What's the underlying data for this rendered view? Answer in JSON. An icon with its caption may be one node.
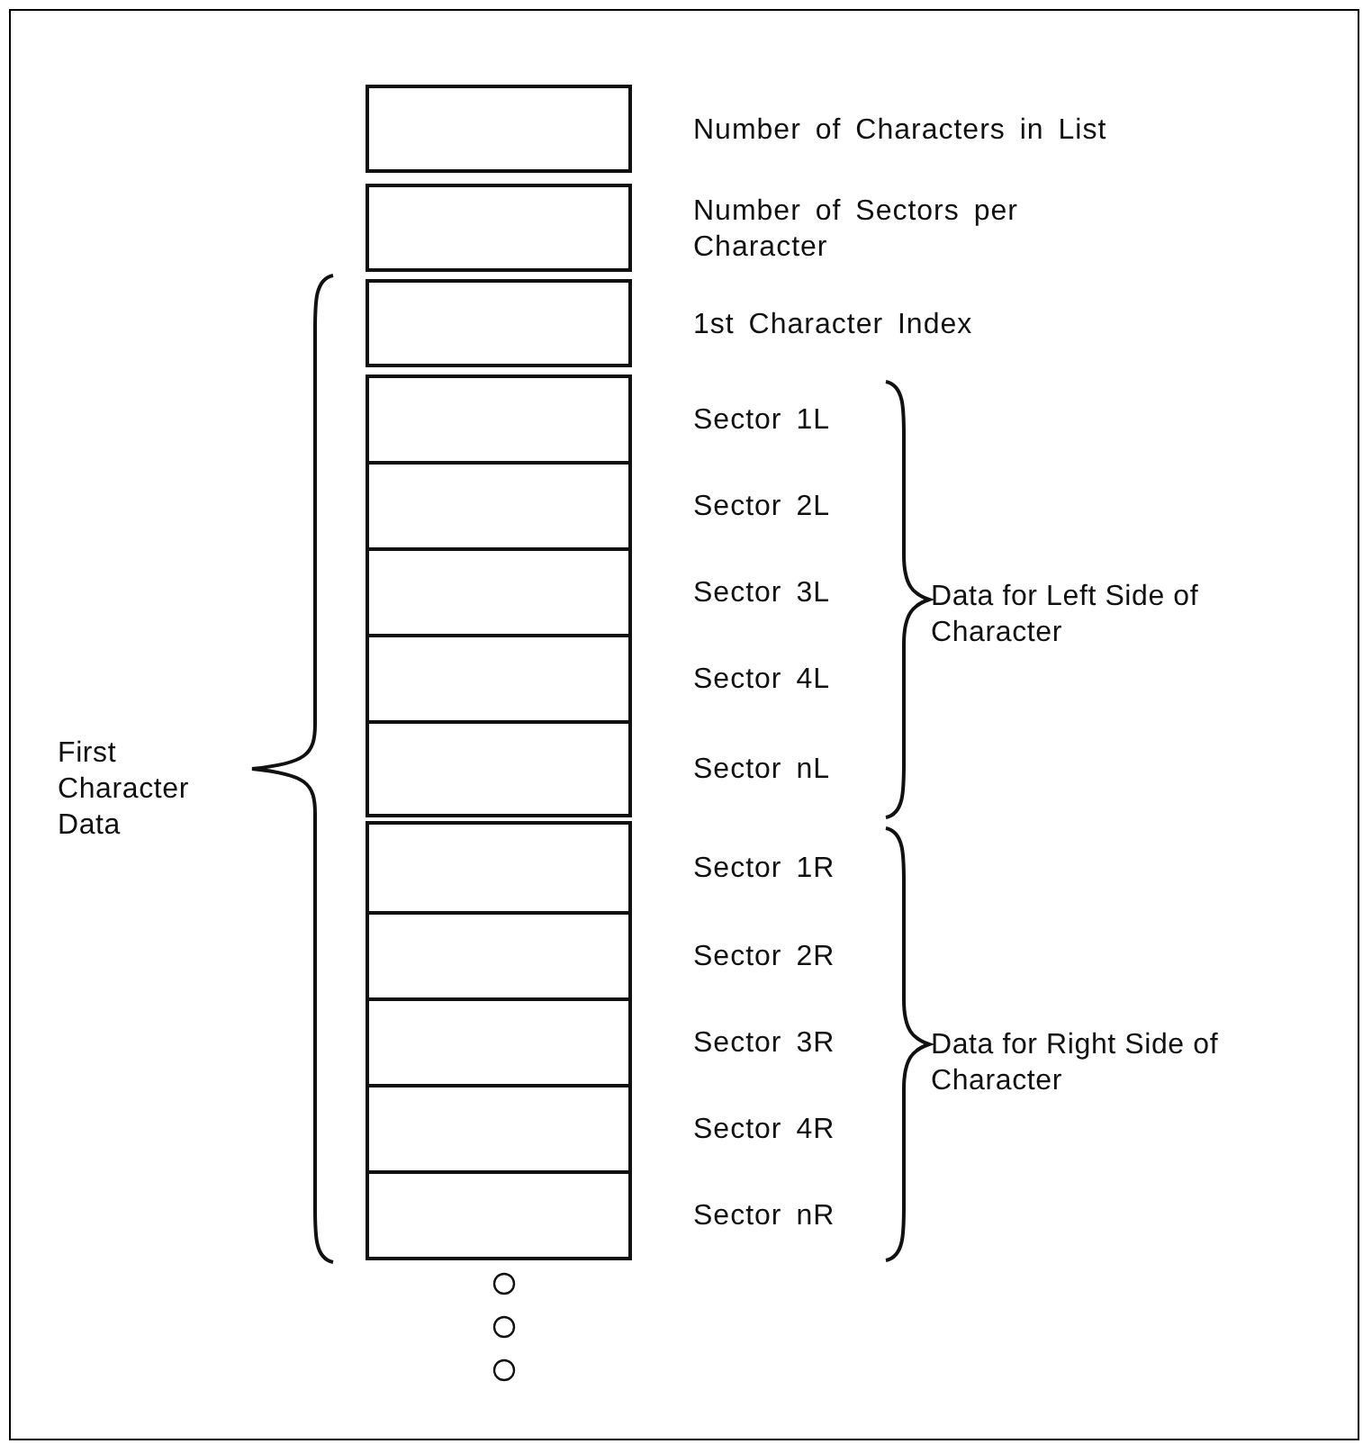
{
  "diagram": {
    "nodes": [
      {
        "text": [],
        "shape": "box",
        "beside": [
          "Number of Characters in List"
        ]
      },
      {
        "text": [],
        "shape": "box",
        "beside": [
          "Number of Sectors per Character"
        ]
      },
      {
        "text": [],
        "shape": "box",
        "beside": [
          "1st Character Index"
        ]
      },
      {
        "text": [],
        "shape": "box",
        "beside": [
          "Sector 1L"
        ]
      },
      {
        "text": [],
        "shape": "box",
        "beside": [
          "Sector 2L"
        ]
      },
      {
        "text": [],
        "shape": "box",
        "beside": [
          "Sector 3L"
        ]
      },
      {
        "text": [],
        "shape": "box",
        "beside": [
          "Sector 4L"
        ]
      },
      {
        "text": [],
        "shape": "box",
        "beside": [
          "Sector nL"
        ]
      },
      {
        "text": [],
        "shape": "box",
        "beside": [
          "Sector 1R"
        ]
      },
      {
        "text": [],
        "shape": "box",
        "beside": [
          "Sector 2R"
        ]
      },
      {
        "text": [],
        "shape": "box",
        "beside": [
          "Sector 3R"
        ]
      },
      {
        "text": [],
        "shape": "box",
        "beside": [
          "Sector 4R"
        ]
      },
      {
        "text": [],
        "shape": "box",
        "beside": [
          "Sector nR"
        ]
      }
    ],
    "edges": [],
    "labels": [
      "First Character Data",
      "Data for Left Side of Character",
      "Data for Right Side of Character"
    ]
  }
}
